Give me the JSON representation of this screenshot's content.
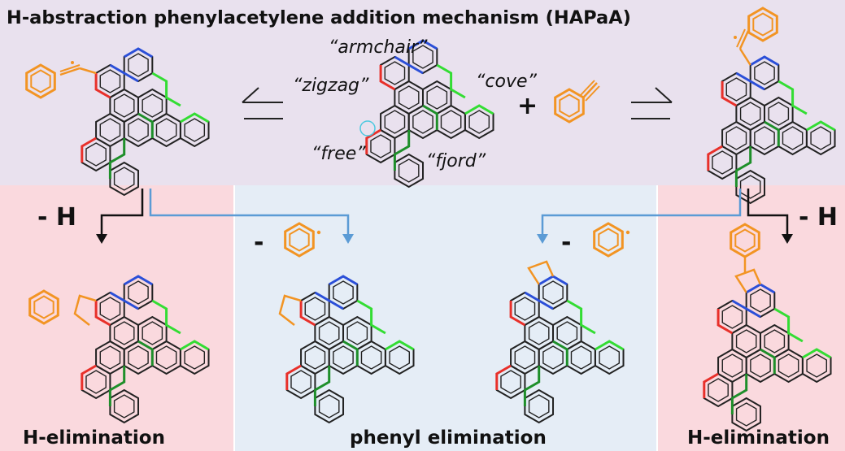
{
  "title": "H-abstraction phenylacetylene addition mechanism (HAPaA)",
  "site_labels": {
    "armchair": "“armchair”",
    "zigzag": "“zigzag”",
    "cove": "“cove”",
    "free": "“free”",
    "fjord": "“fjord”"
  },
  "plus": "+",
  "minus_h": "- H",
  "minus": "-",
  "captions": {
    "left": "H-elimination",
    "middle": "phenyl elimination",
    "right": "H-elimination"
  },
  "colors": {
    "top_band": "#e9e1ee",
    "side_panel": "#fad9de",
    "middle_panel": "#e5edf6",
    "arrow_blue": "#5b9bd5",
    "orange": "#f29423",
    "red": "#e8302a",
    "blue": "#2b4fd8",
    "green_light": "#33dd33",
    "green_dark": "#1e8f2a"
  }
}
